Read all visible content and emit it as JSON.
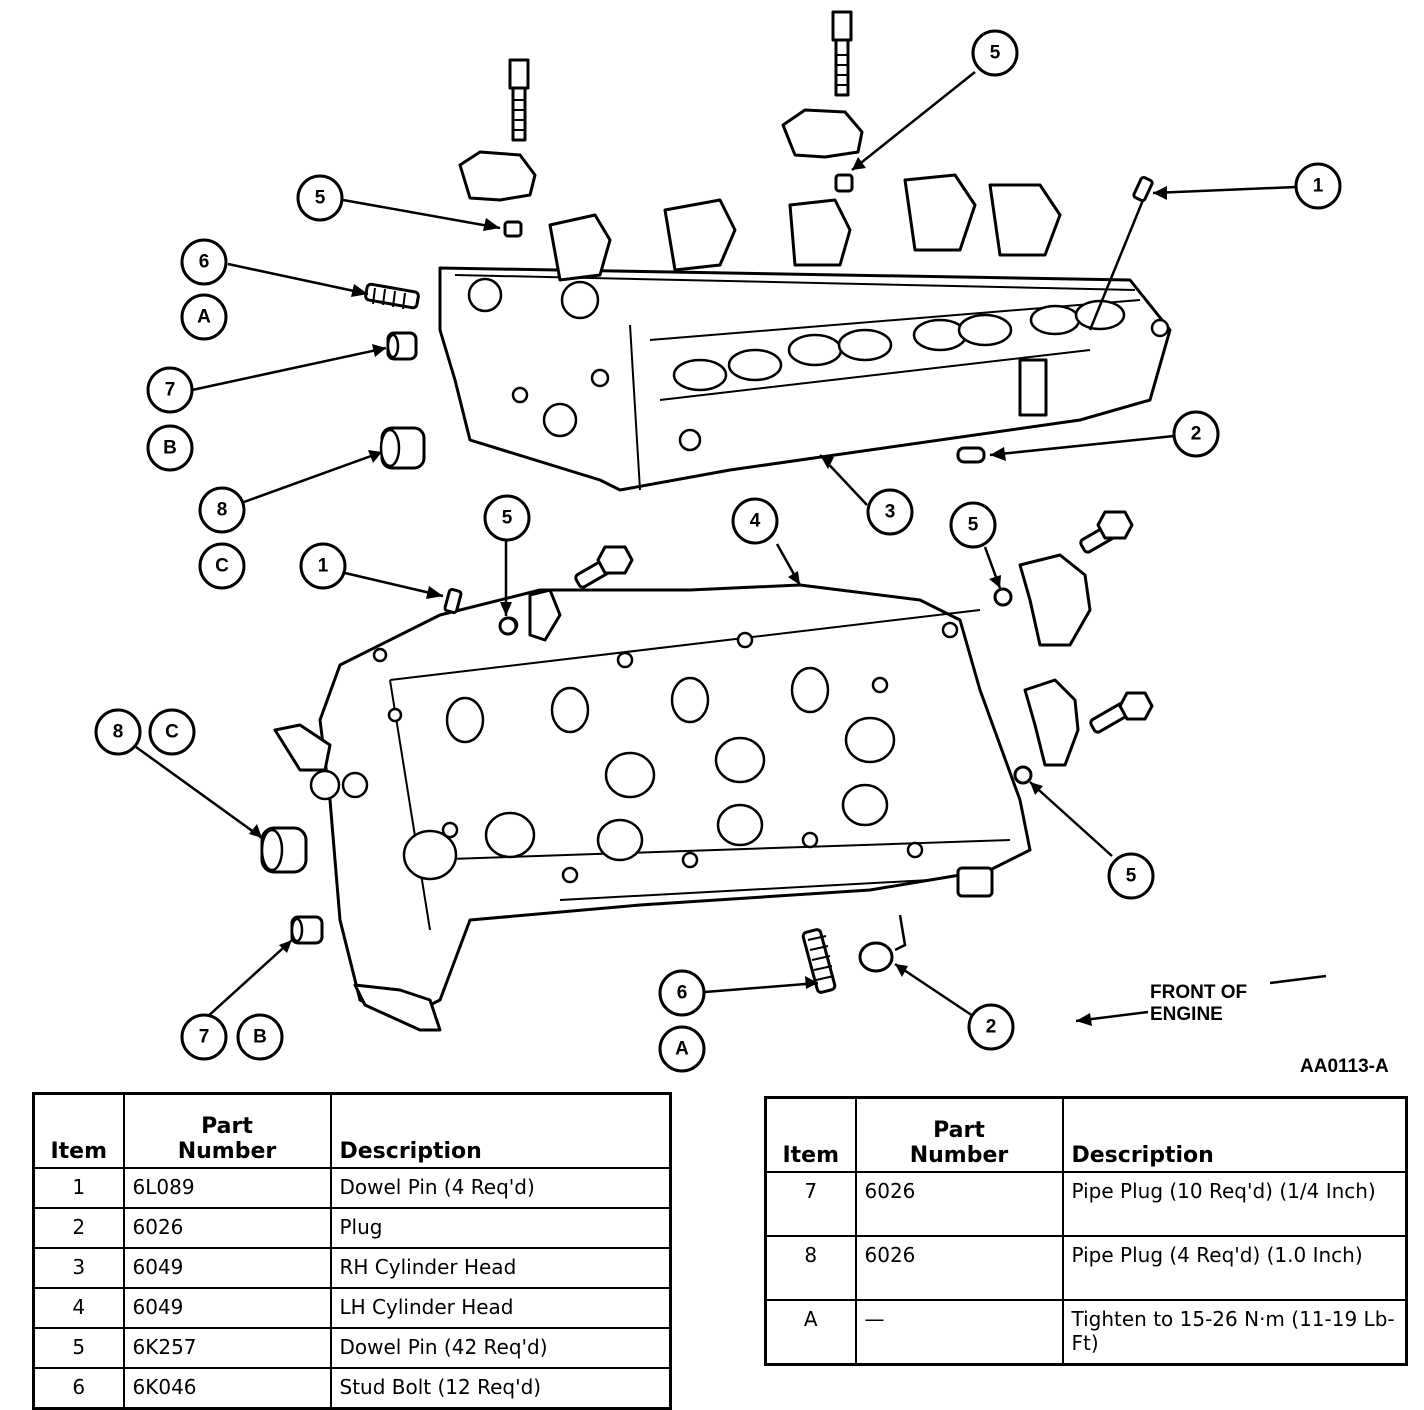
{
  "figure_id": "AA0113-A",
  "front_label": [
    "FRONT OF",
    "ENGINE"
  ],
  "callouts": {
    "top_1": "1",
    "top_2": "2",
    "top_3": "3",
    "top_5a": "5",
    "top_5b": "5",
    "top_6": "6",
    "top_A": "A",
    "top_7": "7",
    "top_B": "B",
    "top_8": "8",
    "top_C": "C",
    "bot_1": "1",
    "bot_5a": "5",
    "bot_4": "4",
    "bot_5b": "5",
    "bot_5c": "5",
    "bot_8": "8",
    "bot_C": "C",
    "bot_7": "7",
    "bot_B": "B",
    "bot_6": "6",
    "bot_A": "A",
    "bot_2": "2"
  },
  "table_left": {
    "headers": {
      "item": "Item",
      "part_number": [
        "Part",
        "Number"
      ],
      "description": "Description"
    },
    "rows": [
      {
        "item": "1",
        "part_number": "6L089",
        "description": "Dowel Pin (4 Req'd)"
      },
      {
        "item": "2",
        "part_number": "6026",
        "description": "Plug"
      },
      {
        "item": "3",
        "part_number": "6049",
        "description": "RH Cylinder Head"
      },
      {
        "item": "4",
        "part_number": "6049",
        "description": "LH Cylinder Head"
      },
      {
        "item": "5",
        "part_number": "6K257",
        "description": "Dowel Pin (42 Req'd)"
      },
      {
        "item": "6",
        "part_number": "6K046",
        "description": "Stud Bolt (12 Req'd)"
      }
    ]
  },
  "table_right": {
    "headers": {
      "item": "Item",
      "part_number": [
        "Part",
        "Number"
      ],
      "description": "Description"
    },
    "rows": [
      {
        "item": "7",
        "part_number": "6026",
        "description": "Pipe Plug (10 Req'd) (1/4 Inch)"
      },
      {
        "item": "8",
        "part_number": "6026",
        "description": "Pipe Plug (4 Req'd) (1.0 Inch)"
      },
      {
        "item": "A",
        "part_number": "—",
        "description": "Tighten to 15-26 N·m (11-19 Lb-Ft)"
      }
    ]
  }
}
